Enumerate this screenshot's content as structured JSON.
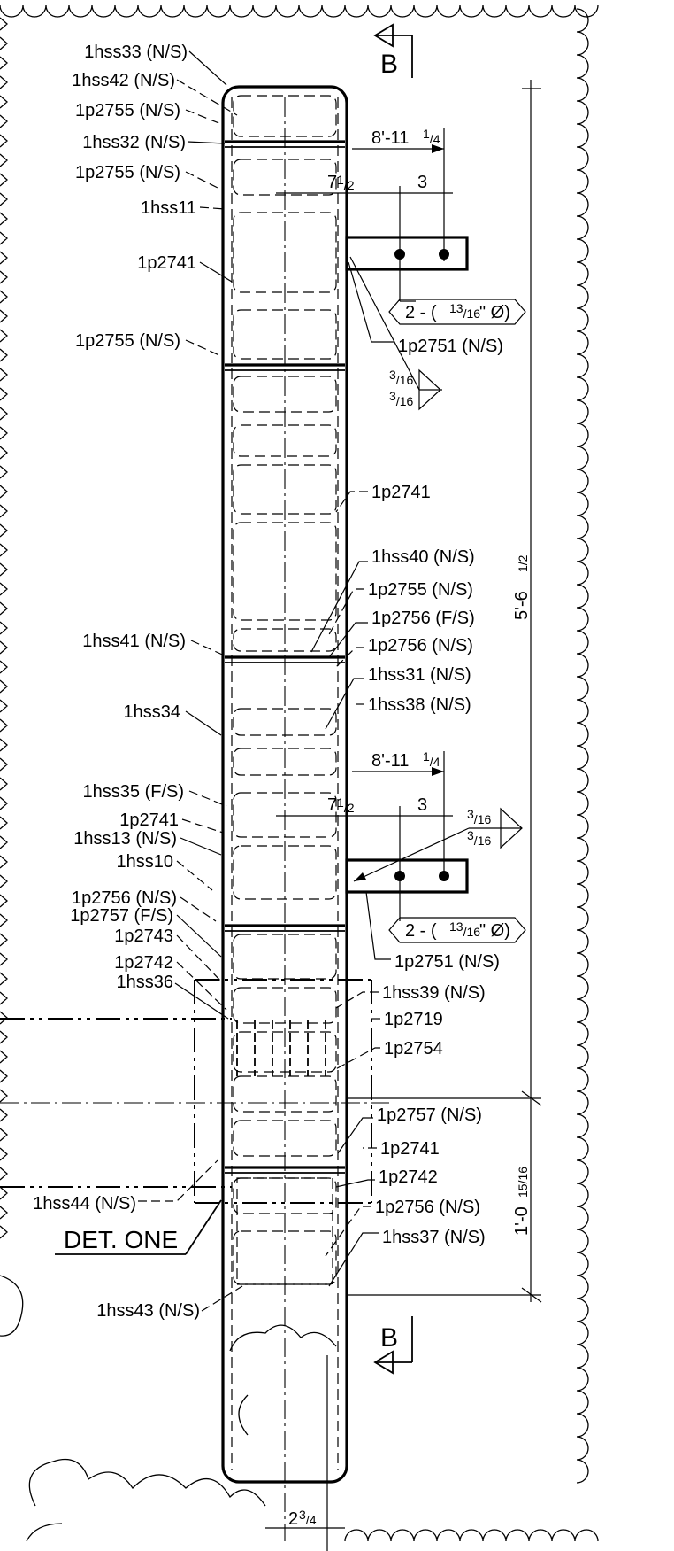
{
  "section_marker": {
    "letter": "B"
  },
  "labels_left": [
    "1hss33 (N/S)",
    "1hss42 (N/S)",
    "1p2755 (N/S)",
    "1hss32 (N/S)",
    "1p2755 (N/S)",
    "1hss11",
    "1p2741",
    "1p2755 (N/S)",
    "1hss41 (N/S)",
    "1hss34",
    "1hss35 (F/S)",
    "1p2741",
    "1hss13 (N/S)",
    "1hss10",
    "1p2756 (N/S)",
    "1p2757 (F/S)",
    "1p2743",
    "1p2742",
    "1hss36",
    "1hss44 (N/S)",
    "1hss43 (N/S)"
  ],
  "labels_right": [
    "1p2751 (N/S)",
    "1p2741",
    "1hss40 (N/S)",
    "1p2755 (N/S)",
    "1p2756 (F/S)",
    "1p2756 (N/S)",
    "1hss31 (N/S)",
    "1hss38 (N/S)",
    "1p2751 (N/S)",
    "1hss39 (N/S)",
    "1p2719",
    "1p2754",
    "1p2757 (N/S)",
    "1p2741",
    "1p2742",
    "1p2756 (N/S)",
    "1hss37 (N/S)"
  ],
  "connections": [
    {
      "offset_label": "8'-11",
      "offset_frac": "1/4",
      "edge_label": "7",
      "edge_frac": "1/2",
      "pitch_label": "3",
      "holes_label": "2 - (",
      "holes_frac": "13/16",
      "holes_suffix": "\" Ø)",
      "weld": {
        "top": "3/16",
        "bottom": "3/16"
      }
    },
    {
      "offset_label": "8'-11",
      "offset_frac": "1/4",
      "edge_label": "7",
      "edge_frac": "1/2",
      "pitch_label": "3",
      "holes_label": "2 - (",
      "holes_frac": "13/16",
      "holes_suffix": "\" Ø)",
      "weld": {
        "top": "3/16",
        "bottom": "3/16"
      }
    }
  ],
  "overall_dims": {
    "height_label": "5'-6",
    "height_frac": "1/2",
    "lower_label": "1'-0",
    "lower_frac": "15/16",
    "width_label": "2",
    "width_frac": "3/4"
  },
  "detail_callout": "DET. ONE"
}
